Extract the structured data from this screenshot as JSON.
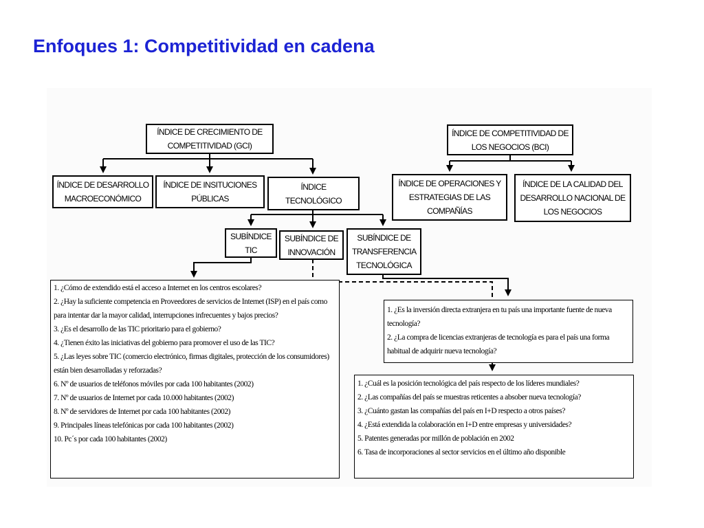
{
  "title": "Enfoques 1: Competitividad en cadena",
  "gci": {
    "label": "ÍNDICE DE CRECIMIENTO DE COMPETITIVIDAD (GCI)"
  },
  "bci": {
    "label": "ÍNDICE DE COMPETITIVIDAD DE LOS NEGOCIOS (BCI)"
  },
  "gci_children": {
    "macro": "ÍNDICE DE DESARROLLO MACROECONÓMICO",
    "instituciones": "ÍNDICE DE INSITUCIONES PÚBLICAS",
    "tecnologico": "ÍNDICE TECNOLÓGICO"
  },
  "bci_children": {
    "operaciones": "ÍNDICE DE OPERACIONES Y ESTRATEGIAS DE LAS COMPAÑÍAS",
    "calidad": "ÍNDICE DE LA CALIDAD DEL DESARROLLO NACIONAL DE LOS NEGOCIOS"
  },
  "subindices": {
    "tic": "SUBÍNDICE TIC",
    "innovacion": "SUBÍNDICE DE INNOVACIÓN",
    "transferencia": "SUBÍNDICE DE TRANSFERENCIA TECNOLÓGICA"
  },
  "tic_questions": [
    "1. ¿Cómo de extendido está el acceso a Internet en los centros escolares?",
    "2. ¿Hay la suficiente competencia en Proveedores de servicios de Internet (ISP) en el país como para intentar dar la mayor calidad, interrupciones infrecuentes y bajos precios?",
    "3. ¿Es el desarrollo de las TIC prioritario para el gobierno?",
    "4. ¿Tienen éxito las iniciativas del gobierno para promover el uso de las TIC?",
    "5. ¿Las leyes sobre TIC (comercio electrónico, firmas digitales, protección de los consumidores) están bien desarrolladas y reforzadas?",
    "6. Nº de usuarios de teléfonos móviles por cada 100 habitantes (2002)",
    "7. Nº de usuarios de Internet por cada 10.000 habitantes (2002)",
    "8. Nº de servidores de Internet por cada 100 habitantes (2002)",
    "9. Principales líneas telefónicas por cada 100 habitantes (2002)",
    "10. Pc´s por cada 100 habitantes (2002)"
  ],
  "transfer_questions": [
    "1. ¿Es la inversión directa extranjera en tu país una importante fuente de nueva tecnología?",
    "2. ¿La compra de licencias extranjeras de tecnología es para el país una forma habitual de adquirir nueva tecnología?"
  ],
  "innovation_questions": [
    "1. ¿Cuál es la posición tecnológica del país respecto de los líderes mundiales?",
    "2. ¿Las compañías del país se muestras reticentes a absober nueva tecnología?",
    "3. ¿Cuánto gastan las compañías del país en I+D respecto a otros países?",
    "4. ¿Está extendida la colaboración en I+D entre empresas y universidades?",
    "5. Patentes generadas por millón de población en 2002",
    "6. Tasa de incorporaciones al sector servicios en el último año disponible"
  ],
  "colors": {
    "title": "#1c23d4",
    "line": "#000000",
    "panel": "#fbfbfb"
  }
}
